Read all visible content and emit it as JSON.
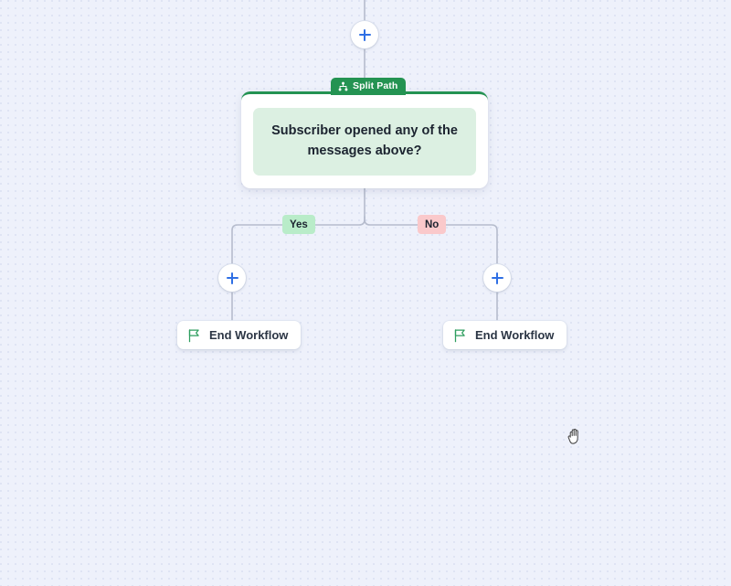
{
  "canvas": {
    "background_color": "#eef1fb",
    "dot_color": "#dfe4f4",
    "cursor": "grab-hand-cursor"
  },
  "connectors": {
    "color": "#b6bccd"
  },
  "split_node": {
    "tab_label": "Split Path",
    "tab_icon": "sitemap-icon",
    "tab_color": "#249352",
    "accent_color": "#249352",
    "condition_text": "Subscriber opened any of the messages above?",
    "condition_box_color": "#dcf0e2"
  },
  "branches": [
    {
      "key": "yes",
      "label": "Yes",
      "color": "#b9ecc9",
      "add_button": "+",
      "end_node": {
        "label": "End Workflow",
        "icon": "flag-icon",
        "icon_color": "#2f9e5f"
      }
    },
    {
      "key": "no",
      "label": "No",
      "color": "#fac9cb",
      "add_button": "+",
      "end_node": {
        "label": "End Workflow",
        "icon": "flag-icon",
        "icon_color": "#2f9e5f"
      }
    }
  ],
  "add_buttons": {
    "top": "+",
    "glyph_color": "#2f6fe4"
  }
}
